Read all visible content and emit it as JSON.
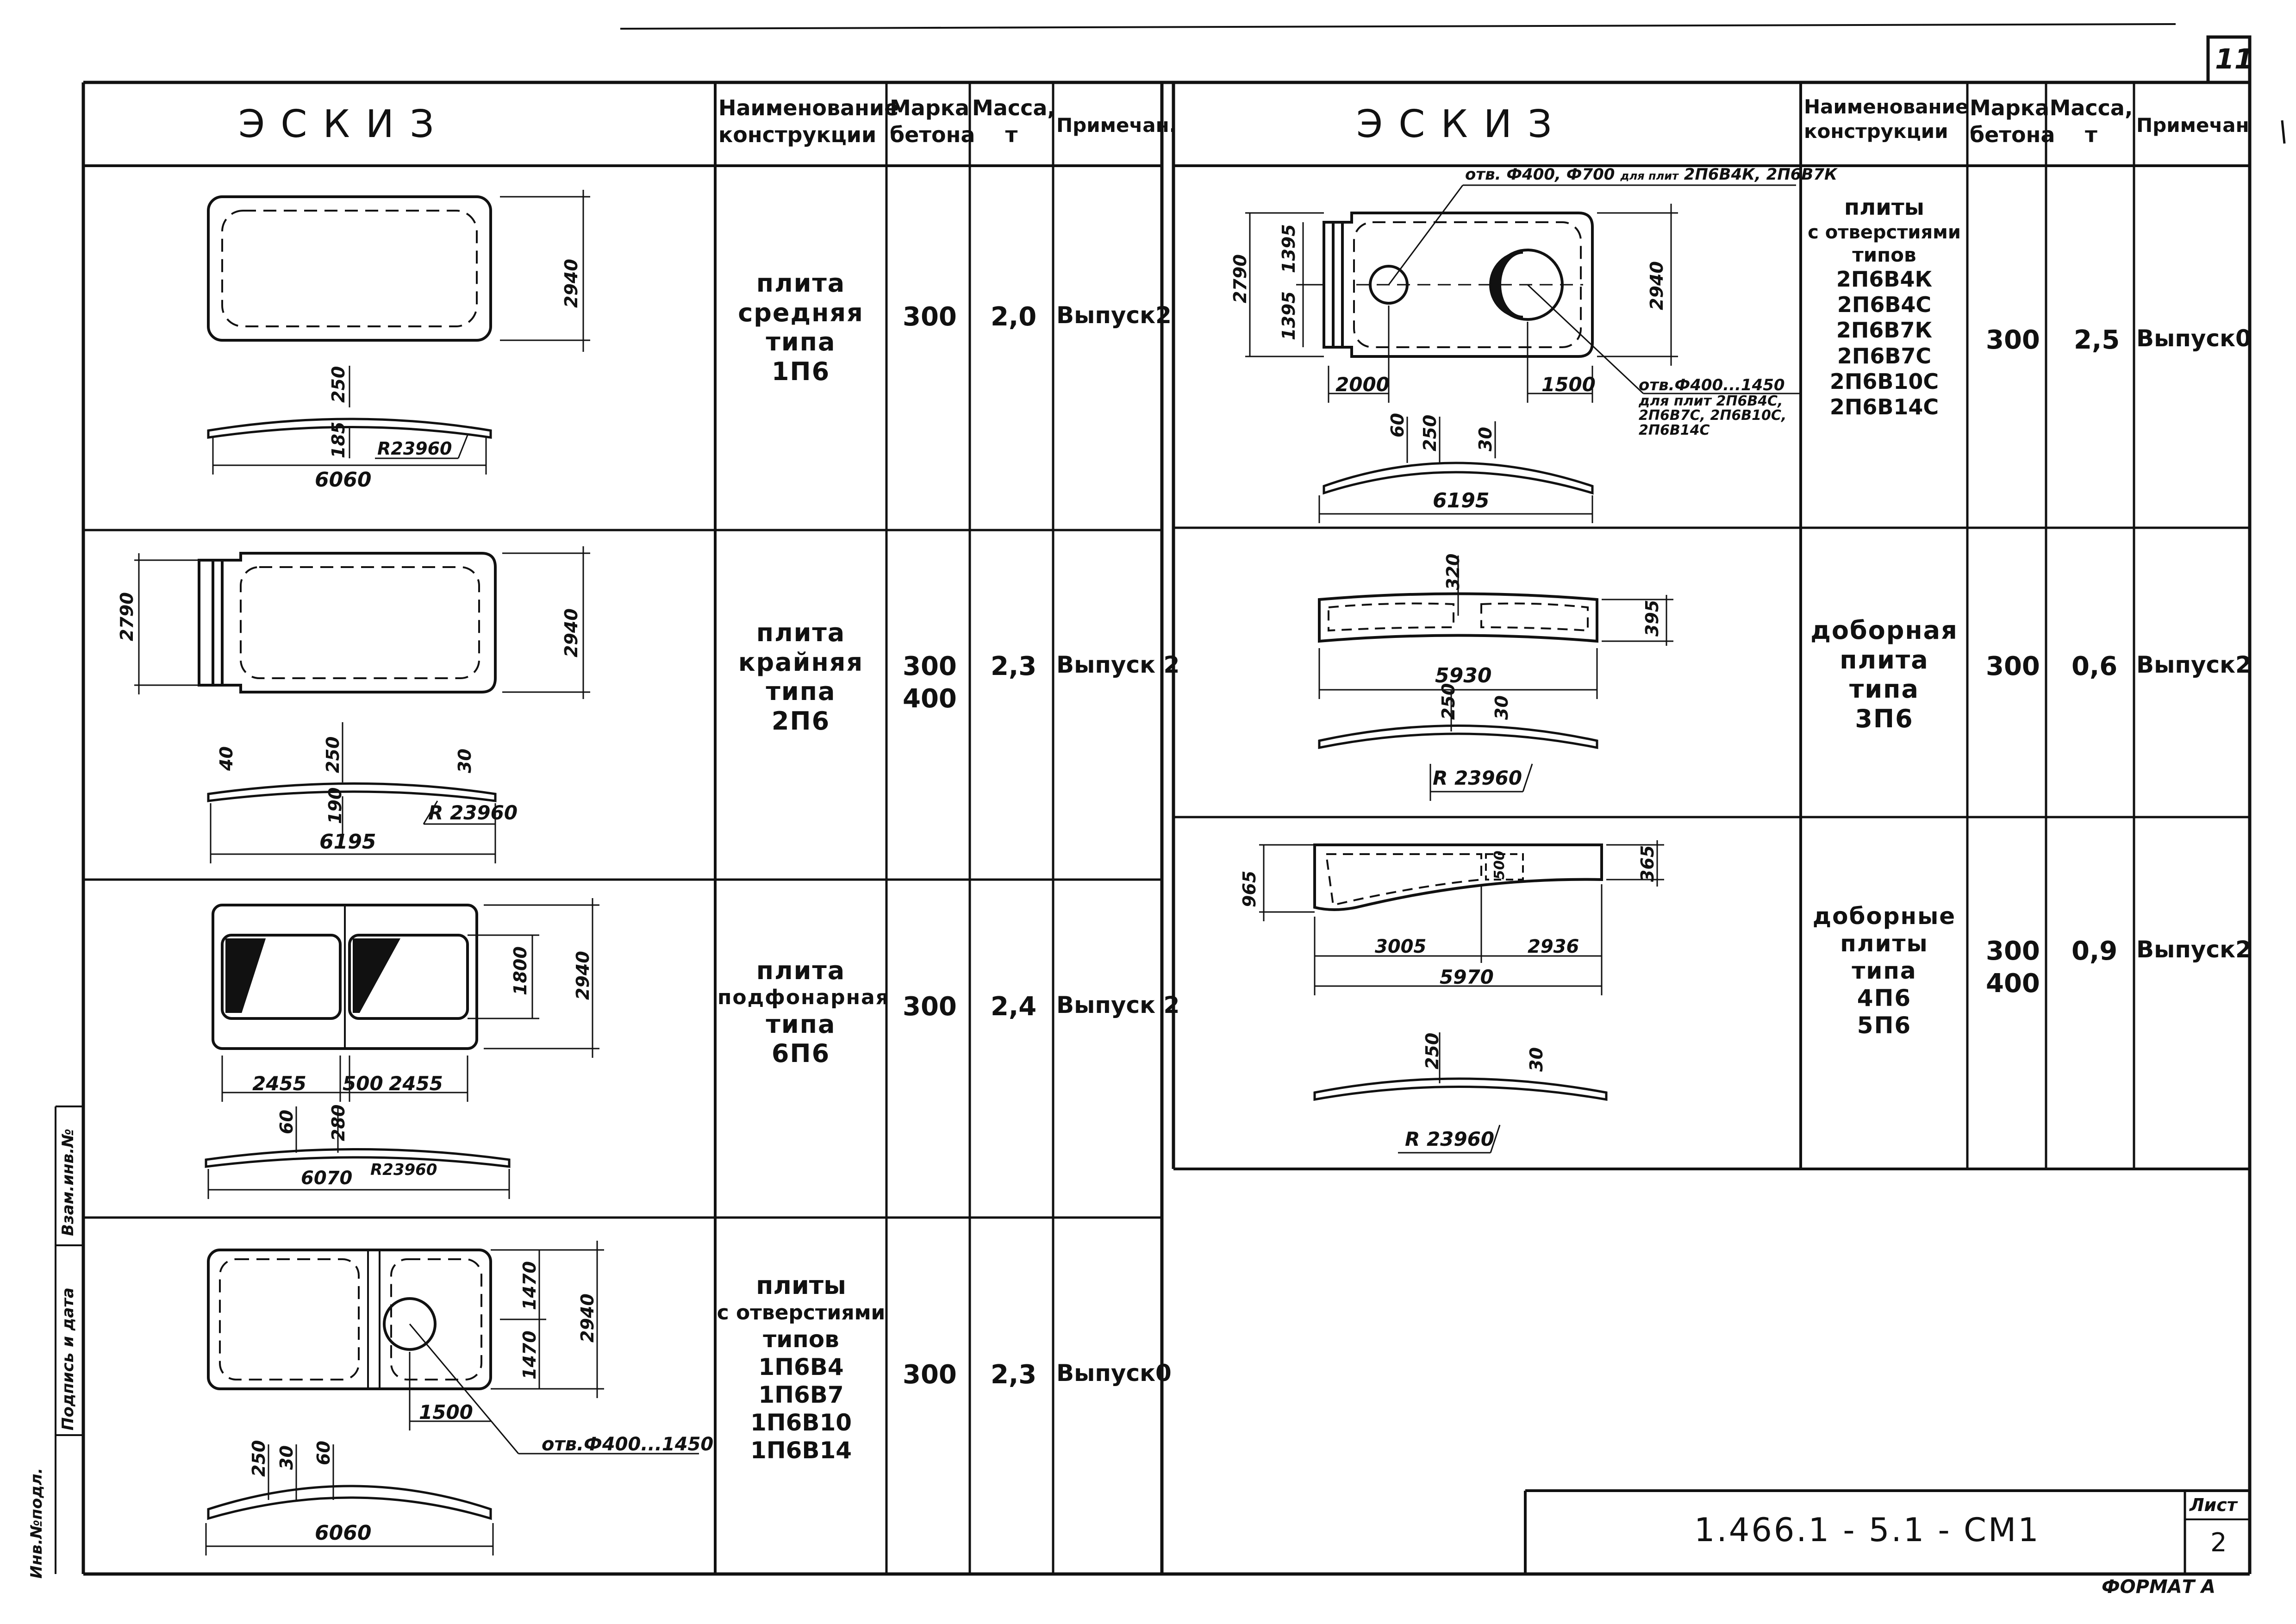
{
  "sheet_number": "11",
  "header": {
    "sketch": "ЭСКИЗ",
    "name_l1": "Наименование",
    "name_l2": "конструкции",
    "grade_l1": "Марка",
    "grade_l2": "бетона",
    "mass_l1": "Масса,",
    "mass_l2": "т",
    "note_left": "Примечан.",
    "note_right": "Примечан"
  },
  "left_rows": [
    {
      "name": [
        "плита",
        "средняя",
        "типа",
        "1П6"
      ],
      "grade": [
        "300"
      ],
      "mass": "2,0",
      "note": "Выпуск2",
      "dims": {
        "length": "6060",
        "width": "2940",
        "thick": "250",
        "mid": "185",
        "radius": "R23960"
      }
    },
    {
      "name": [
        "плита",
        "крайняя",
        "типа",
        "2П6"
      ],
      "grade": [
        "300",
        "400"
      ],
      "mass": "2,3",
      "note": "Выпуск 2",
      "dims": {
        "length": "6195",
        "width": "2940",
        "width2": "2790",
        "thick": "250",
        "end_l": "40",
        "end_r": "30",
        "mid": "190",
        "radius": "R 23960"
      }
    },
    {
      "name": [
        "плита",
        "подфонарная",
        "типа",
        "6П6"
      ],
      "grade": [
        "300"
      ],
      "mass": "2,4",
      "note": "Выпуск 2",
      "dims": {
        "length": "6070",
        "width": "2940",
        "opening": "1800",
        "seg_a": "2455",
        "gap": "500",
        "seg_b": "2455",
        "end": "60",
        "thick": "280",
        "radius": "R23960"
      }
    },
    {
      "name_l1": "плиты",
      "name_l2": "с отверстиями",
      "name_l3": "типов",
      "types": [
        "1П6В4",
        "1П6В7",
        "1П6В10",
        "1П6В14"
      ],
      "grade": [
        "300"
      ],
      "mass": "2,3",
      "note": "Выпуск0",
      "dims": {
        "length": "6060",
        "width": "2940",
        "half_a": "1470",
        "half_b": "1470",
        "offset": "1500",
        "hole": "отв.Ф400...1450",
        "thick": "250",
        "d1": "30",
        "d2": "60"
      }
    }
  ],
  "right_rows": [
    {
      "name_l1": "плиты",
      "name_l2": "с отверстиями",
      "name_l3": "типов",
      "types": [
        "2П6В4К",
        "2П6В4С",
        "2П6В7К",
        "2П6В7С",
        "2П6В10С",
        "2П6В14С"
      ],
      "grade": [
        "300"
      ],
      "mass": "2,5",
      "note": "Выпуск0",
      "dims": {
        "length": "6195",
        "width": "2940",
        "width2": "2790",
        "a": "1395",
        "b": "1395",
        "offset_l": "2000",
        "offset_r": "1500",
        "thick": "250",
        "d1": "60",
        "d2": "30"
      },
      "notes": {
        "top": "отв. Ф400, Ф700",
        "top_for": "для плит",
        "top_types": "2П6В4К, 2П6В7К",
        "bottom": "отв.Ф400...1450",
        "bottom_for": "для плит 2П6В4С,",
        "bottom_types1": "2П6В7С, 2П6В10С,",
        "bottom_types2": "2П6В14С"
      }
    },
    {
      "name": [
        "доборная",
        "плита",
        "типа",
        "3П6"
      ],
      "grade": [
        "300"
      ],
      "mass": "0,6",
      "note": "Выпуск2",
      "dims": {
        "length": "5930",
        "thick": "320",
        "height": "395",
        "a": "250",
        "b": "30",
        "radius": "R 23960"
      }
    },
    {
      "name": [
        "доборные",
        "плиты",
        "типа",
        "4П6",
        "5П6"
      ],
      "grade": [
        "300",
        "400"
      ],
      "mass": "0,9",
      "note": "Выпуск2",
      "dims": {
        "length": "5970",
        "seg_a": "3005",
        "seg_b": "2936",
        "h_left": "965",
        "h_right": "365",
        "mid": "500",
        "a": "250",
        "b": "30",
        "radius": "R 23960"
      }
    }
  ],
  "title_block": {
    "code": "1.466.1 - 5.1 - СМ1",
    "sheet_label": "Лист",
    "sheet_value": "2"
  },
  "footer": {
    "format": "ФОРМАТ А"
  },
  "side_stamp": {
    "inv": "Инв.№подл.",
    "sign": "Подпись и дата",
    "vzam": "Взам.инв.№"
  }
}
